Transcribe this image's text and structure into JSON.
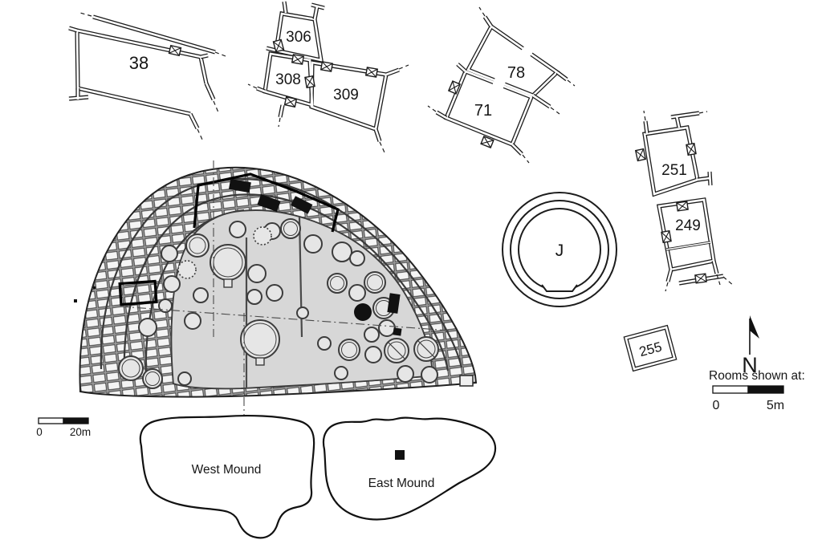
{
  "labels": {
    "room38": "38",
    "room306": "306",
    "room308": "308",
    "room309": "309",
    "room78": "78",
    "room71": "71",
    "room251": "251",
    "room249": "249",
    "room255": "255",
    "circleJ": "J"
  },
  "north": {
    "label": "N"
  },
  "roomScale": {
    "caption": "Rooms shown at:",
    "zero": "0",
    "max": "5m"
  },
  "siteScale": {
    "zero": "0",
    "max": "20m"
  },
  "mounds": {
    "west": "West Mound",
    "east": "East Mound"
  },
  "colors": {
    "ink": "#1c1c1c",
    "courtyardGray": "#d7d7d7",
    "cellFill": "#f4f4f4",
    "mortarGray": "#9a9a9a",
    "featureBlack": "#111111"
  }
}
